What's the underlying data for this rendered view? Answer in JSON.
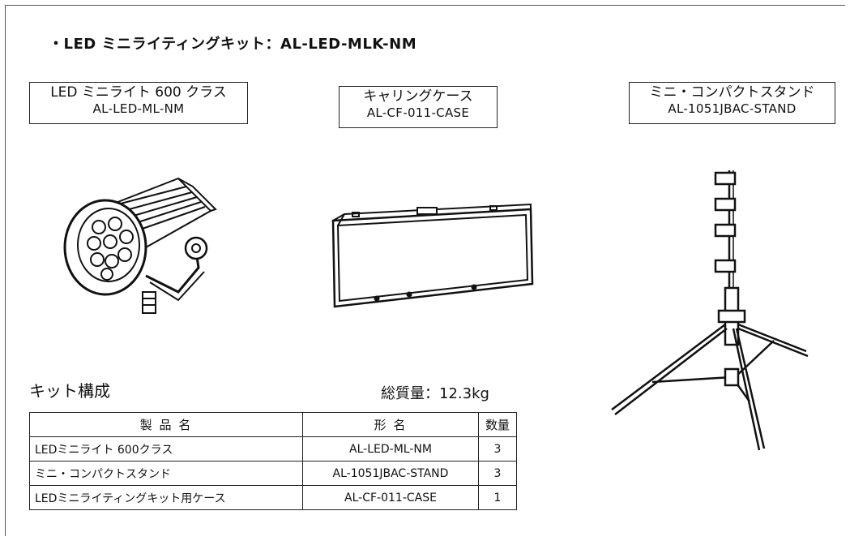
{
  "kit_title": "・LED ミニライティングキット：AL-LED-MLK-NM",
  "products": {
    "light": {
      "name": "LED ミニライト 600 クラス",
      "code": "AL-LED-ML-NM"
    },
    "case": {
      "name": "キャリングケース",
      "code": "AL-CF-011-CASE"
    },
    "stand": {
      "name": "ミニ・コンパクトスタンド",
      "code": "AL-1051JBAC-STAND"
    }
  },
  "section_title": "キット構成",
  "total_weight": "総質量：12.3kg",
  "table": {
    "headers": [
      "製 品 名",
      "形 名",
      "数量"
    ],
    "rows": [
      {
        "name": "LEDミニライト 600クラス",
        "model": "AL-LED-ML-NM",
        "qty": "3"
      },
      {
        "name": "ミニ・コンパクトスタンド",
        "model": "AL-1051JBAC-STAND",
        "qty": "3"
      },
      {
        "name": "LEDミニライティングキット用ケース",
        "model": "AL-CF-011-CASE",
        "qty": "1"
      }
    ]
  }
}
